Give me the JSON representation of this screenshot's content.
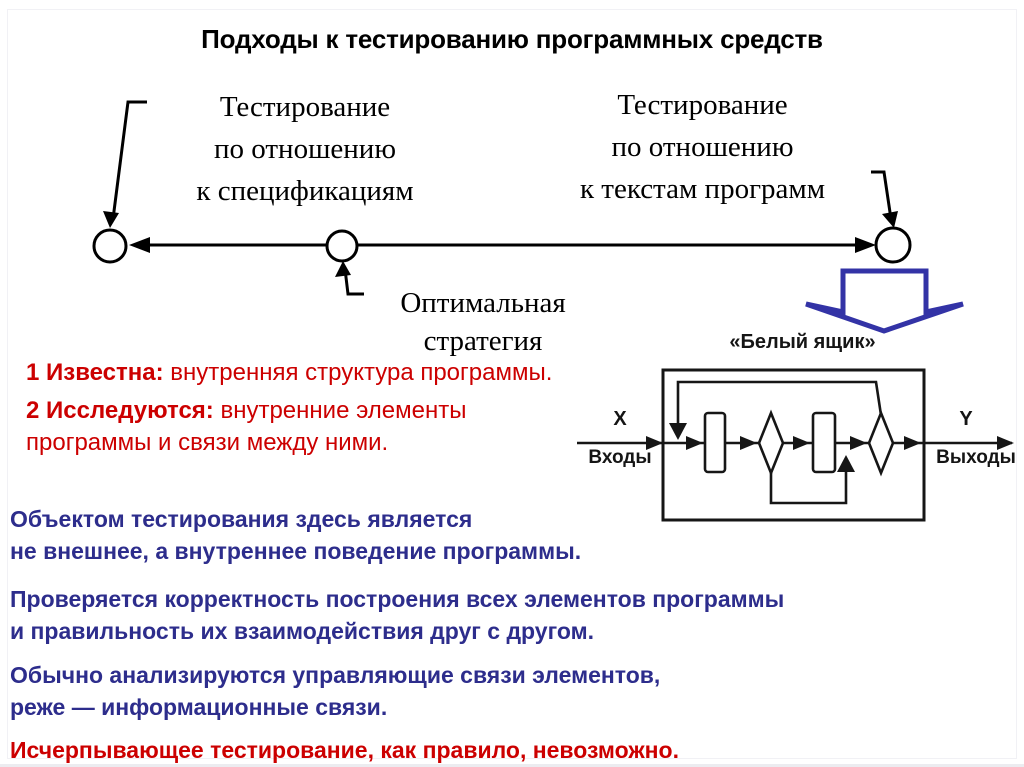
{
  "slide": {
    "title": "Подходы к тестированию программных средств"
  },
  "timeline": {
    "left_label": [
      "Тестирование",
      "по отношению",
      "к спецификациям"
    ],
    "right_label": [
      "Тестирование",
      "по отношению",
      "к текстам программ"
    ],
    "optimal_label": [
      "Оптимальная",
      "стратегия"
    ]
  },
  "white_box": {
    "caption": "«Белый ящик»",
    "input_var": "X",
    "input_label": "Входы",
    "output_var": "Y",
    "output_label": "Выходы"
  },
  "red_notes": {
    "n1_bold": "1 Известна:",
    "n1_rest": " внутренняя структура программы.",
    "n2_bold": "2 Исследуются:",
    "n2_rest": " внутренние элементы",
    "n2_line2": "программы и связи между ними."
  },
  "body": {
    "p1": [
      "Объектом тестирования здесь является",
      "не внешнее, а внутреннее поведение программы."
    ],
    "p2": [
      "Проверяется корректность построения всех элементов программы",
      "и правильность их взаимодействия друг с другом."
    ],
    "p3": [
      "Обычно анализируются управляющие связи элементов,",
      "реже — информационные связи."
    ],
    "p4": [
      "Исчерпывающее тестирование, как правило, невозможно."
    ]
  },
  "colors": {
    "accent_red": "#cc0000",
    "accent_navy": "#2d2d8c",
    "arrow_blue": "#3333a6",
    "ink": "#000000"
  }
}
